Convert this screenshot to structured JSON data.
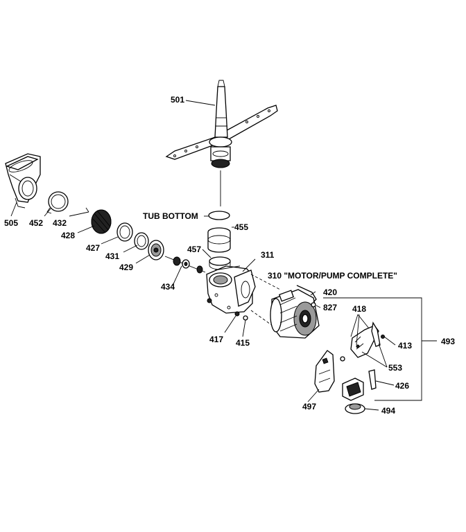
{
  "labels": {
    "p501": "501",
    "tub_bottom": "TUB BOTTOM",
    "p455": "455",
    "p505": "505",
    "p452": "452",
    "p432": "432",
    "p428": "428",
    "p427": "427",
    "p431": "431",
    "p429": "429",
    "p457": "457",
    "p311": "311",
    "p434": "434",
    "p310": "310 \"MOTOR/PUMP COMPLETE\"",
    "p420": "420",
    "p827": "827",
    "p418": "418",
    "p413": "413",
    "p493": "493",
    "p417": "417",
    "p415": "415",
    "p553": "553",
    "p426": "426",
    "p497": "497",
    "p494": "494"
  }
}
